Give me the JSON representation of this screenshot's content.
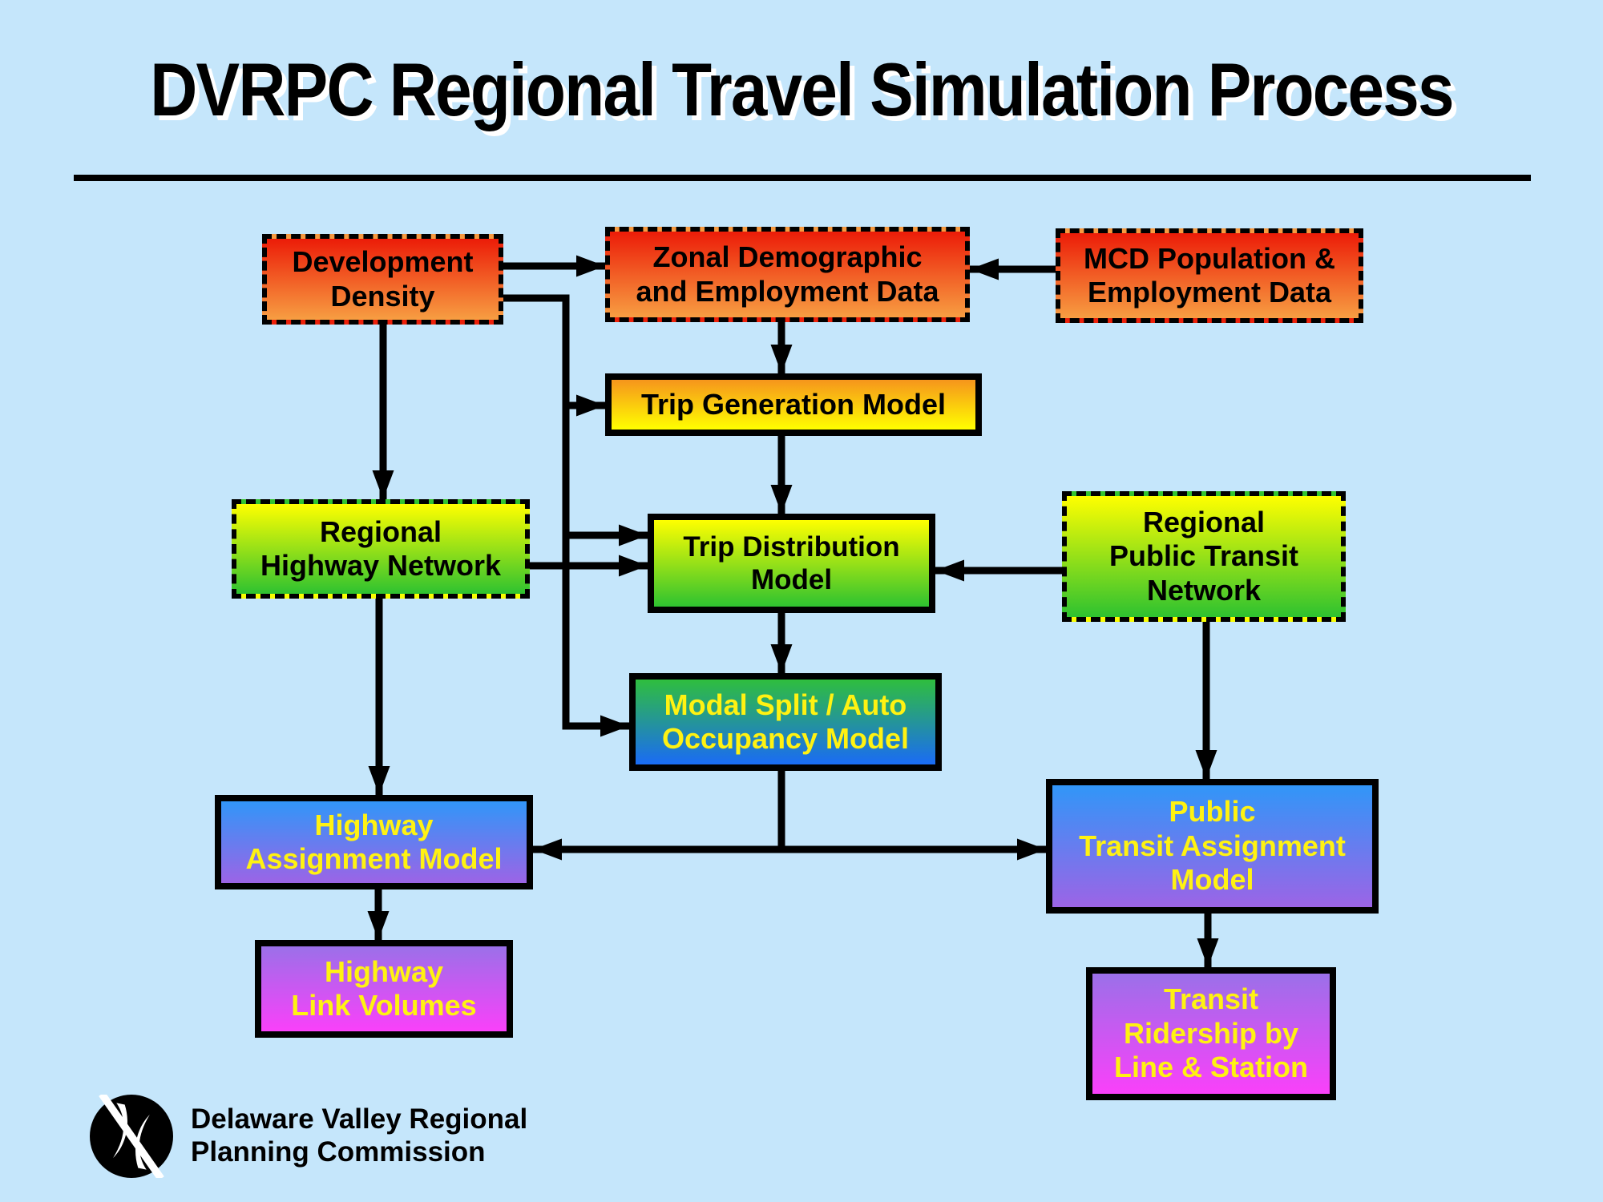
{
  "title": "DVRPC Regional Travel Simulation Process",
  "palette": {
    "background": "#C5E6FB",
    "line_and_border": "#000000",
    "dark_label_text": "#000000",
    "light_label_text": "#FFF212",
    "gradients": {
      "red_orange": [
        "#EC1C08",
        "#F79E42"
      ],
      "orange_yellow": [
        "#F6951C",
        "#FFFF00"
      ],
      "yellow_green": [
        "#FFFF00",
        "#2EC230"
      ],
      "green_blue": [
        "#2FBE3E",
        "#1A6BF5"
      ],
      "blue_purple": [
        "#3196F8",
        "#9C64E6"
      ],
      "purple_magenta": [
        "#9B70E9",
        "#FA40FA"
      ]
    }
  },
  "nodes": {
    "development_density": {
      "label": "Development\nDensity"
    },
    "zonal_demographic": {
      "label": "Zonal Demographic\nand Employment Data"
    },
    "mcd_population": {
      "label": "MCD Population &\nEmployment Data"
    },
    "trip_generation": {
      "label": "Trip Generation Model"
    },
    "regional_highway_network": {
      "label": "Regional\nHighway Network"
    },
    "trip_distribution": {
      "label": "Trip Distribution\nModel"
    },
    "regional_public_transit_network": {
      "label": "Regional\nPublic Transit\nNetwork"
    },
    "modal_split": {
      "label": "Modal Split / Auto\nOccupancy Model"
    },
    "highway_assignment": {
      "label": "Highway\nAssignment Model"
    },
    "public_transit_assignment": {
      "label": "Public\nTransit Assignment\nModel"
    },
    "highway_link_volumes": {
      "label": "Highway\nLink Volumes"
    },
    "transit_ridership": {
      "label": "Transit\nRidership by\nLine & Station"
    }
  },
  "edges": [
    {
      "from": "development_density",
      "to": "zonal_demographic"
    },
    {
      "from": "mcd_population",
      "to": "zonal_demographic"
    },
    {
      "from": "zonal_demographic",
      "to": "trip_generation"
    },
    {
      "from": "development_density",
      "to": "trip_generation"
    },
    {
      "from": "development_density",
      "to": "trip_distribution"
    },
    {
      "from": "development_density",
      "to": "modal_split"
    },
    {
      "from": "development_density",
      "to": "regional_highway_network"
    },
    {
      "from": "trip_generation",
      "to": "trip_distribution"
    },
    {
      "from": "regional_highway_network",
      "to": "trip_distribution"
    },
    {
      "from": "regional_public_transit_network",
      "to": "trip_distribution"
    },
    {
      "from": "trip_distribution",
      "to": "modal_split"
    },
    {
      "from": "modal_split",
      "to": "highway_assignment"
    },
    {
      "from": "modal_split",
      "to": "public_transit_assignment"
    },
    {
      "from": "regional_highway_network",
      "to": "highway_assignment"
    },
    {
      "from": "regional_public_transit_network",
      "to": "public_transit_assignment"
    },
    {
      "from": "highway_assignment",
      "to": "highway_link_volumes"
    },
    {
      "from": "public_transit_assignment",
      "to": "transit_ridership"
    }
  ],
  "footer": {
    "organization": "Delaware Valley Regional\nPlanning Commission"
  }
}
